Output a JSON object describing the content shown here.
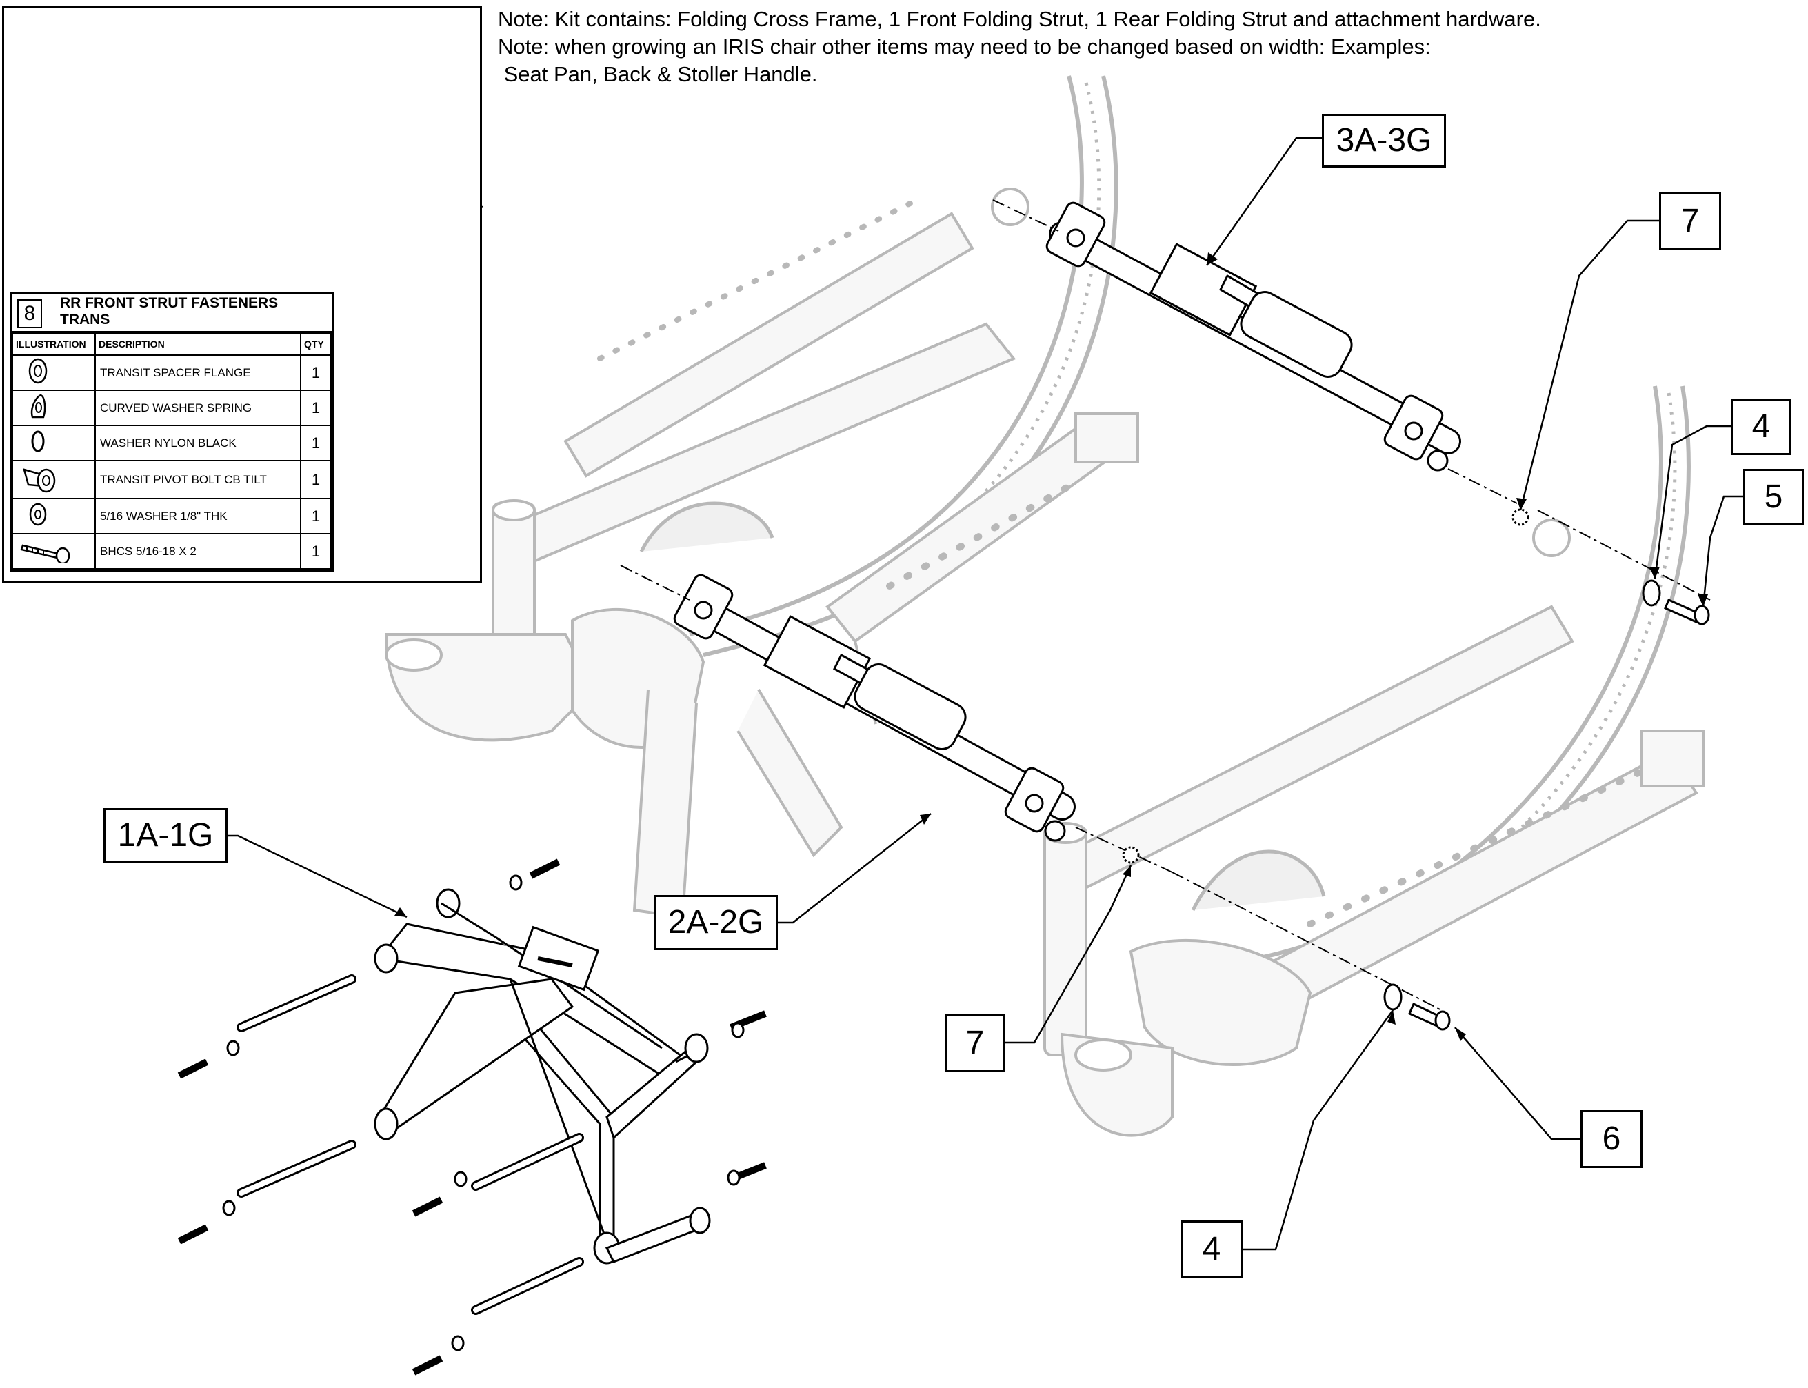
{
  "notes": [
    "Note: Kit contains: Folding Cross Frame, 1 Front Folding Strut, 1 Rear Folding Strut and attachment hardware.",
    "Note: when growing an IRIS chair other items may need to be changed based on width: Examples:",
    " Seat Pan, Back & Stoller Handle."
  ],
  "parts_table": {
    "number": "8",
    "title_line1": "RR FRONT STRUT FASTENERS",
    "title_line2": "TRANS",
    "columns": {
      "illustration": "ILLUSTRATION",
      "description": "DESCRIPTION",
      "qty": "QTY"
    },
    "rows": [
      {
        "description": "TRANSIT SPACER FLANGE",
        "qty": "1",
        "icon": "flange-icon"
      },
      {
        "description": "CURVED WASHER SPRING",
        "qty": "1",
        "icon": "curved-washer-icon"
      },
      {
        "description": "WASHER NYLON BLACK",
        "qty": "1",
        "icon": "nylon-washer-icon"
      },
      {
        "description": "TRANSIT PIVOT BOLT CB TILT",
        "qty": "1",
        "icon": "pivot-bolt-icon"
      },
      {
        "description": "5/16 WASHER 1/8\" THK",
        "qty": "1",
        "icon": "washer-icon"
      },
      {
        "description": "BHCS 5/16-18 X 2",
        "qty": "1",
        "icon": "bolt-icon"
      }
    ]
  },
  "callouts": {
    "c3a": "3A-3G",
    "c7_top": "7",
    "c4_top": "4",
    "c5": "5",
    "c1a": "1A-1G",
    "c2a": "2A-2G",
    "c7_bottom": "7",
    "c6": "6",
    "c4_bottom": "4"
  },
  "colors": {
    "line": "#000000",
    "ghost": "#b8b8b8",
    "ghost_fill": "#f4f4f4"
  }
}
